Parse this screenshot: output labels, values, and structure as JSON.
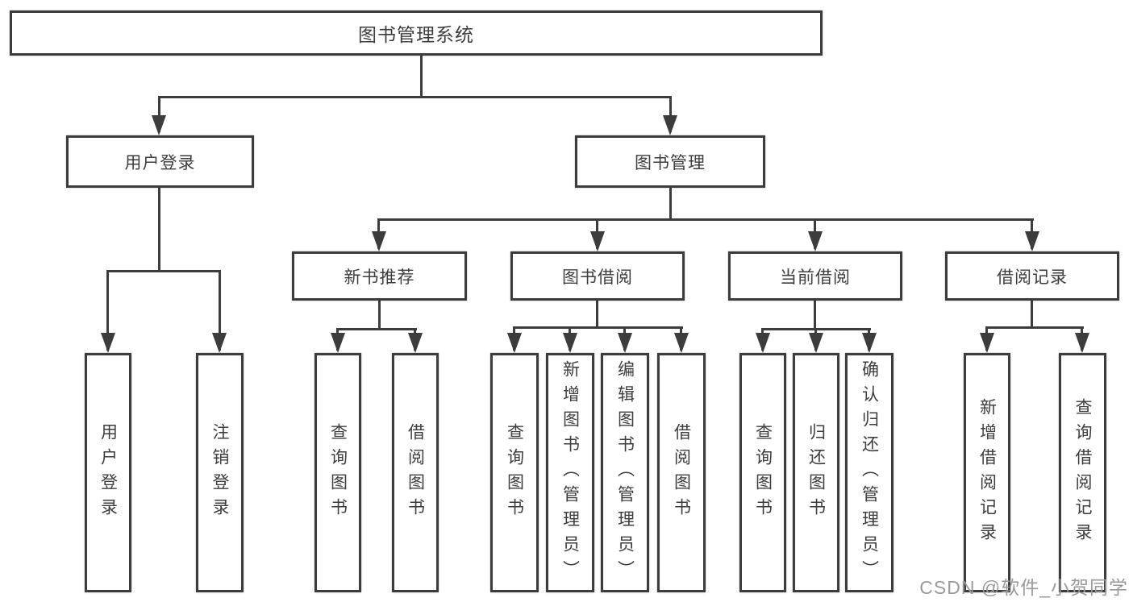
{
  "diagram": {
    "root": {
      "label": "图书管理系统"
    },
    "user_login": {
      "label": "用户登录",
      "children": [
        {
          "label": "用户登录"
        },
        {
          "label": "注销登录"
        }
      ]
    },
    "book_mgmt": {
      "label": "图书管理",
      "groups": [
        {
          "label": "新书推荐",
          "children": [
            {
              "label": "查询图书"
            },
            {
              "label": "借阅图书"
            }
          ]
        },
        {
          "label": "图书借阅",
          "children": [
            {
              "label": "查询图书"
            },
            {
              "label": "新增图书（管理员）"
            },
            {
              "label": "编辑图书（管理员）"
            },
            {
              "label": "借阅图书"
            }
          ]
        },
        {
          "label": "当前借阅",
          "children": [
            {
              "label": "查询图书"
            },
            {
              "label": "归还图书"
            },
            {
              "label": "确认归还（管理员）"
            }
          ]
        },
        {
          "label": "借阅记录",
          "children": [
            {
              "label": "新增借阅记录"
            },
            {
              "label": "查询借阅记录"
            }
          ]
        }
      ]
    }
  },
  "watermark": {
    "text": "CSDN @软件_小贺同学"
  },
  "colors": {
    "line": "#3c3c3c",
    "box_border": "#3c3c3c",
    "box_fill": "#ffffff",
    "text": "#3d3d3d",
    "watermark": "#9a9a9a",
    "background": "#ffffff"
  }
}
